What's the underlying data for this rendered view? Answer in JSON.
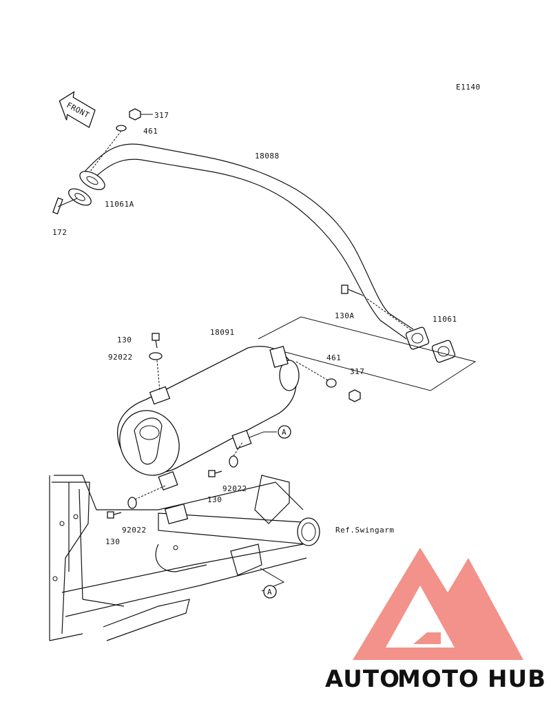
{
  "diagram_code": "E1140",
  "front_arrow_label": "FRONT",
  "reference_label": "Ref.Swingarm",
  "callout_a": "A",
  "parts": {
    "p317_top": "317",
    "p461_top": "461",
    "p18088": "18088",
    "p11061A": "11061A",
    "p172": "172",
    "p130A": "130A",
    "p11061": "11061",
    "p130_top": "130",
    "p92022_top": "92022",
    "p18091": "18091",
    "p461_mid": "461",
    "p317_mid": "317",
    "p130_mid": "130",
    "p92022_mid": "92022",
    "p130_low": "130",
    "p92022_low": "92022"
  },
  "watermark": {
    "part1": "AUTO",
    "part2": "MOTO",
    "part3": "HUB",
    "colors": {
      "triangle": "#f07f76",
      "part1": "#f5b84a",
      "part2": "#f08a7e",
      "part3": "#8c8c8c"
    }
  }
}
